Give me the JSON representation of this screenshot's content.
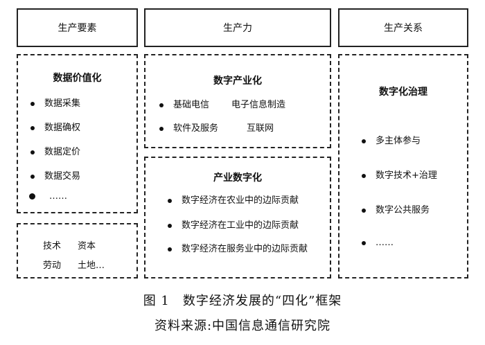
{
  "headers": {
    "col1": "生产要素",
    "col2": "生产力",
    "col3": "生产关系"
  },
  "data_value": {
    "title": "数据价值化",
    "items": [
      "数据采集",
      "数据确权",
      "数据定价",
      "数据交易"
    ],
    "more": "……"
  },
  "factors": {
    "row1": [
      "技术",
      "资本"
    ],
    "row2": [
      "劳动",
      "土地…"
    ]
  },
  "digital_industrialization": {
    "title": "数字产业化",
    "row1": [
      "基础电信",
      "电子信息制造"
    ],
    "row2": [
      "软件及服务",
      "互联网"
    ]
  },
  "industrial_digitalization": {
    "title": "产业数字化",
    "items": [
      "数字经济在农业中的边际贡献",
      "数字经济在工业中的边际贡献",
      "数字经济在服务业中的边际贡献"
    ]
  },
  "digital_governance": {
    "title": "数字化治理",
    "items": [
      "多主体参与",
      "数字技术+治理",
      "数字公共服务",
      "……"
    ]
  },
  "caption": {
    "figure": "图 1　数字经济发展的“四化”框架",
    "source": "资料来源:中国信息通信研究院"
  }
}
